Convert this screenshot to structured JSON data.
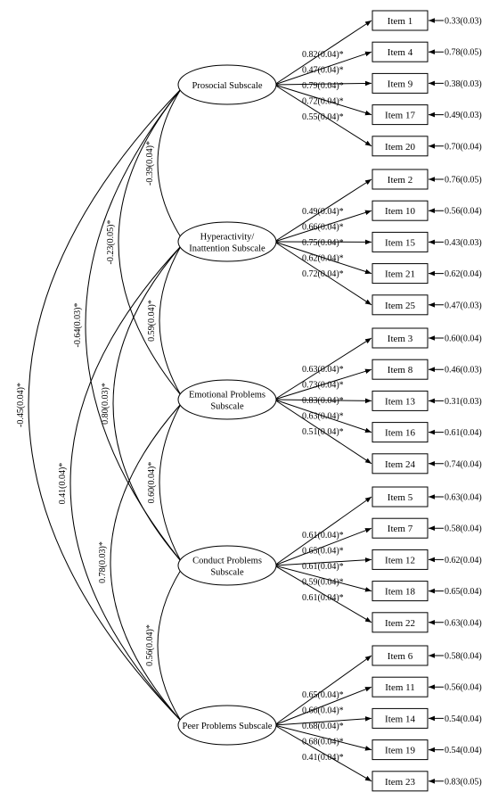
{
  "factors": [
    {
      "lines": [
        "Prosocial Subscale"
      ]
    },
    {
      "lines": [
        "Hyperactivity/",
        "Inattention Subscale"
      ]
    },
    {
      "lines": [
        "Emotional Problems",
        "Subscale"
      ]
    },
    {
      "lines": [
        "Conduct Problems",
        "Subscale"
      ]
    },
    {
      "lines": [
        "Peer Problems Subscale"
      ]
    }
  ],
  "items": [
    {
      "label": "Item 1",
      "error": "0.33(0.03)"
    },
    {
      "label": "Item 4",
      "error": "0.78(0.05)"
    },
    {
      "label": "Item 9",
      "error": "0.38(0.03)"
    },
    {
      "label": "Item 17",
      "error": "0.49(0.03)"
    },
    {
      "label": "Item 20",
      "error": "0.70(0.04)"
    },
    {
      "label": "Item 2",
      "error": "0.76(0.05)"
    },
    {
      "label": "Item 10",
      "error": "0.56(0.04)"
    },
    {
      "label": "Item 15",
      "error": "0.43(0.03)"
    },
    {
      "label": "Item 21",
      "error": "0.62(0.04)"
    },
    {
      "label": "Item 25",
      "error": "0.47(0.03)"
    },
    {
      "label": "Item 3",
      "error": "0.60(0.04)"
    },
    {
      "label": "Item 8",
      "error": "0.46(0.03)"
    },
    {
      "label": "Item 13",
      "error": "0.31(0.03)"
    },
    {
      "label": "Item 16",
      "error": "0.61(0.04)"
    },
    {
      "label": "Item 24",
      "error": "0.74(0.04)"
    },
    {
      "label": "Item 5",
      "error": "0.63(0.04)"
    },
    {
      "label": "Item 7",
      "error": "0.58(0.04)"
    },
    {
      "label": "Item 12",
      "error": "0.62(0.04)"
    },
    {
      "label": "Item 18",
      "error": "0.65(0.04)"
    },
    {
      "label": "Item 22",
      "error": "0.63(0.04)"
    },
    {
      "label": "Item 6",
      "error": "0.58(0.04)"
    },
    {
      "label": "Item 11",
      "error": "0.56(0.04)"
    },
    {
      "label": "Item 14",
      "error": "0.54(0.04)"
    },
    {
      "label": "Item 19",
      "error": "0.54(0.04)"
    },
    {
      "label": "Item 23",
      "error": "0.83(0.05)"
    }
  ],
  "loadings": [
    [
      "0.82(0.04)*",
      "0.47(0.04)*",
      "0.79(0.04)*",
      "0.72(0.04)*",
      "0.55(0.04)*"
    ],
    [
      "0.49(0.04)*",
      "0.66(0.04)*",
      "0.75(0.04)*",
      "0.62(0.04)*",
      "0.72(0.04)*"
    ],
    [
      "0.63(0.04)*",
      "0.73(0.04)*",
      "0.83(0.04)*",
      "0.63(0.04)*",
      "0.51(0.04)*"
    ],
    [
      "0.61(0.04)*",
      "0.65(0.04)*",
      "0.61(0.04)*",
      "0.59(0.04)*",
      "0.61(0.04)*"
    ],
    [
      "0.65(0.04)*",
      "0.66(0.04)*",
      "0.68(0.04)*",
      "0.68(0.04)*",
      "0.41(0.04)*"
    ]
  ],
  "correlations": [
    {
      "from": 0,
      "to": 1,
      "label": "-0.39(0.04)*"
    },
    {
      "from": 0,
      "to": 2,
      "label": "-0.23(0.05)*"
    },
    {
      "from": 0,
      "to": 3,
      "label": "-0.64(0.03)*"
    },
    {
      "from": 0,
      "to": 4,
      "label": "-0.45(0.04)*"
    },
    {
      "from": 1,
      "to": 2,
      "label": "0.59(0.04)*"
    },
    {
      "from": 1,
      "to": 3,
      "label": "0.80(0.03)*"
    },
    {
      "from": 1,
      "to": 4,
      "label": "0.41(0.04)*"
    },
    {
      "from": 2,
      "to": 3,
      "label": "0.60(0.04)*"
    },
    {
      "from": 2,
      "to": 4,
      "label": "0.78(0.03)*"
    },
    {
      "from": 3,
      "to": 4,
      "label": "0.56(0.04)*"
    }
  ]
}
